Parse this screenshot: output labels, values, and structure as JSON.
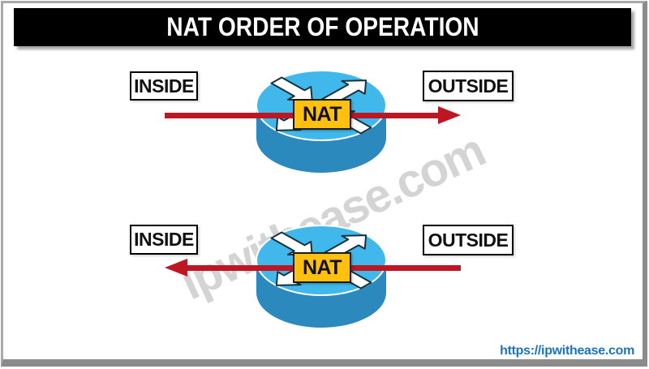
{
  "page": {
    "title": "NAT ORDER OF OPERATION",
    "watermark": "ipwithease.com",
    "footer_url": "https://ipwithease.com"
  },
  "rows": [
    {
      "left_label": "INSIDE",
      "right_label": "OUTSIDE",
      "nat_label": "NAT",
      "device": "router-icon",
      "traffic_direction": "inside-to-outside (arrow points right)"
    },
    {
      "left_label": "INSIDE",
      "right_label": "OUTSIDE",
      "nat_label": "NAT",
      "device": "router-icon",
      "traffic_direction": "outside-to-inside (arrow points left)"
    }
  ],
  "colors": {
    "title_bg": "#000000",
    "title_text": "#ffffff",
    "arrow_red": "#be1622",
    "nat_bg": "#ffc010",
    "router_top": "#41b8ec",
    "router_body": "#2b89bd",
    "router_arrow_outline": "#16323f",
    "watermark_gray": "#d4d4d4",
    "url_blue": "#1b75bc",
    "frame_gray": "#9b9b9b"
  }
}
